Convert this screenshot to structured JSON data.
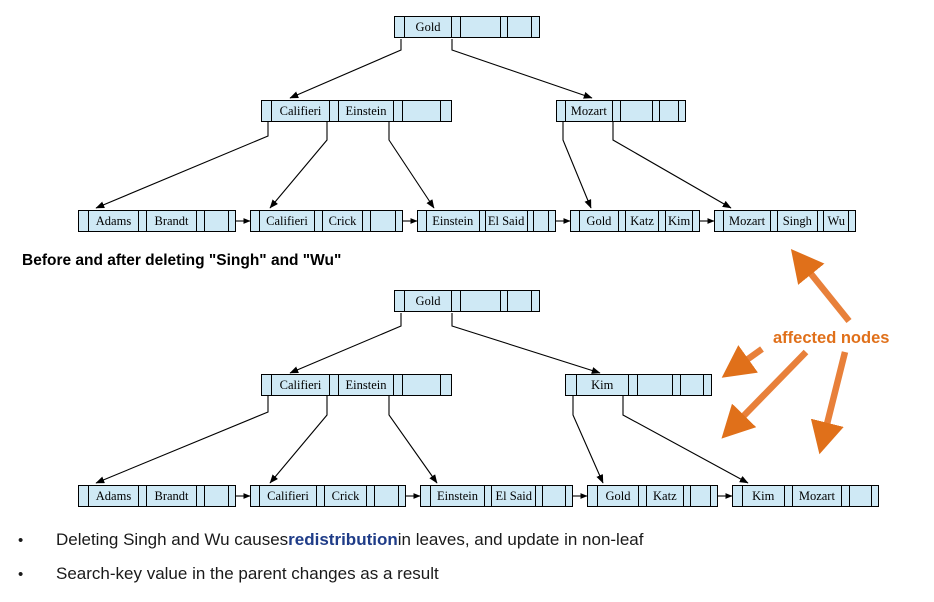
{
  "slide": {
    "middle_caption": "Before and after deleting \"Singh\" and \"Wu\"",
    "affected_label": "affected nodes",
    "accent_color": "#E0701A",
    "node_fill": "#cfe9f5",
    "keyword_color": "#1F3C88"
  },
  "bullets": [
    {
      "marker": "•",
      "pre": "Deleting Singh and Wu causes ",
      "keyword": "redistribution",
      "post": " in leaves, and update in non-leaf"
    },
    {
      "marker": "•",
      "pre": "Search-key value in the parent changes as a result",
      "keyword": "",
      "post": ""
    }
  ],
  "trees": [
    {
      "name": "before",
      "root": {
        "keys": [
          "Gold",
          "",
          "",
          ""
        ]
      },
      "internal": [
        {
          "name": "internal-left",
          "keys": [
            "Califieri",
            "Einstein",
            "",
            ""
          ]
        },
        {
          "name": "internal-right",
          "keys": [
            "Mozart",
            "",
            "",
            ""
          ]
        }
      ],
      "leaves": [
        {
          "name": "leaf-adams",
          "keys": [
            "Adams",
            "Brandt",
            ""
          ]
        },
        {
          "name": "leaf-califieri",
          "keys": [
            "Califieri",
            "Crick",
            ""
          ]
        },
        {
          "name": "leaf-einstein",
          "keys": [
            "Einstein",
            "El Said",
            ""
          ]
        },
        {
          "name": "leaf-gold",
          "keys": [
            "Gold",
            "Katz",
            "Kim"
          ]
        },
        {
          "name": "leaf-mozart",
          "keys": [
            "Mozart",
            "Singh",
            "Wu"
          ]
        }
      ]
    },
    {
      "name": "after",
      "root": {
        "keys": [
          "Gold",
          "",
          "",
          ""
        ]
      },
      "internal": [
        {
          "name": "internal-left",
          "keys": [
            "Califieri",
            "Einstein",
            "",
            ""
          ]
        },
        {
          "name": "internal-right",
          "keys": [
            "Kim",
            "",
            "",
            ""
          ]
        }
      ],
      "leaves": [
        {
          "name": "leaf-adams",
          "keys": [
            "Adams",
            "Brandt",
            ""
          ]
        },
        {
          "name": "leaf-califieri",
          "keys": [
            "Califieri",
            "Crick",
            ""
          ]
        },
        {
          "name": "leaf-einstein",
          "keys": [
            "Einstein",
            "El Said",
            ""
          ]
        },
        {
          "name": "leaf-gold",
          "keys": [
            "Gold",
            "Katz",
            ""
          ]
        },
        {
          "name": "leaf-kim",
          "keys": [
            "Kim",
            "Mozart",
            ""
          ]
        }
      ]
    }
  ]
}
